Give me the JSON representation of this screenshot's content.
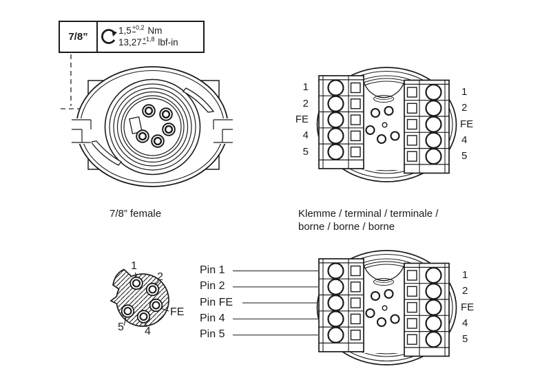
{
  "spec_box": {
    "size": "7/8”",
    "nm_value": "1,5",
    "nm_tolerance": "+0,2",
    "nm_unit": "Nm",
    "lbf_value": "13,27",
    "lbf_tolerance": "+1,8",
    "lbf_unit": "lbf-in"
  },
  "connector_front": {
    "caption": "7/8” female"
  },
  "terminal_top": {
    "caption_line1": "Klemme / terminal / terminale /",
    "caption_line2": "borne / borne / borne",
    "left_labels": [
      "1",
      "2",
      "FE",
      "4",
      "5"
    ],
    "right_labels": [
      "1",
      "2",
      "FE",
      "4",
      "5"
    ]
  },
  "terminal_bottom": {
    "right_labels": [
      "1",
      "2",
      "FE",
      "4",
      "5"
    ]
  },
  "pinout": {
    "pin_labels": [
      "Pin 1",
      "Pin 2",
      "Pin FE",
      "Pin 4",
      "Pin 5"
    ],
    "female_face_labels": [
      "1",
      "2",
      "FE",
      "4",
      "5"
    ]
  }
}
